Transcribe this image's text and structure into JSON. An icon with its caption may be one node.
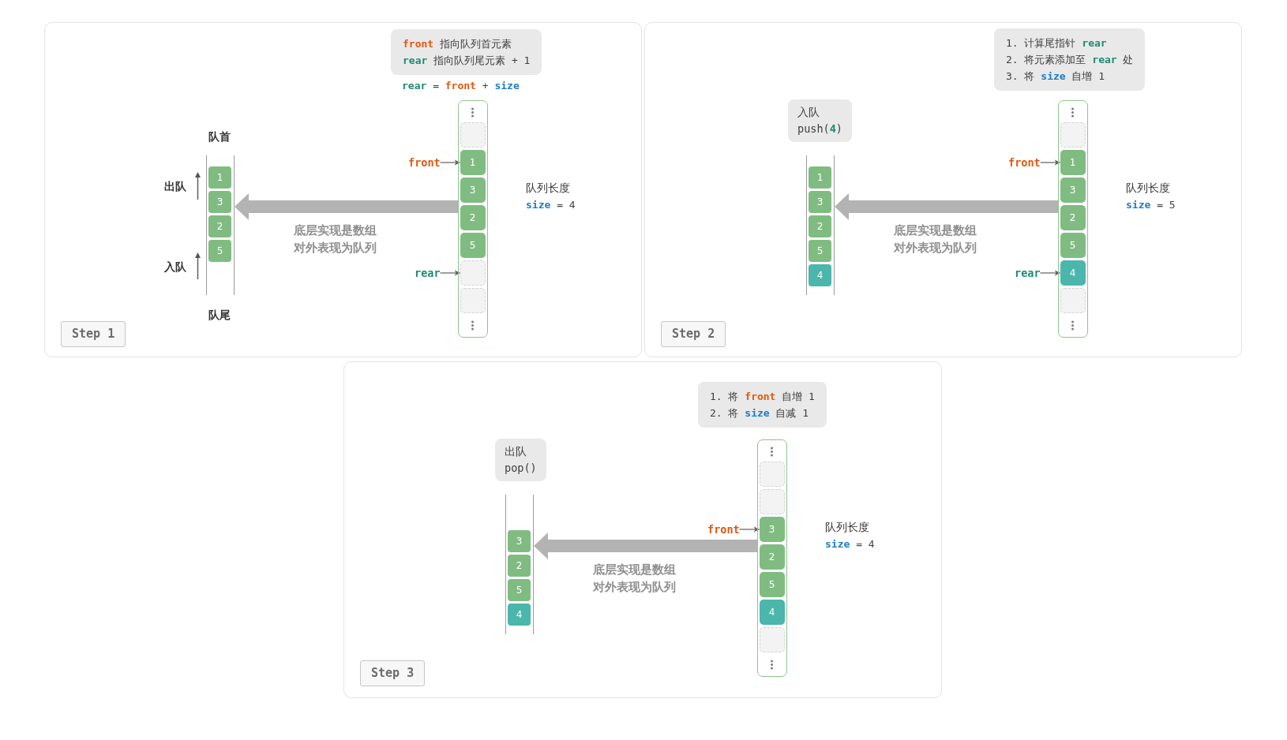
{
  "diagram": {
    "nodes": [
      {
        "text": [],
        "shape": "box"
      },
      {
        "text": [
          "**front** 指向队列首元素",
          "**rear** 指向队列尾元素 + 1"
        ],
        "in": 0
      },
      {
        "text": [],
        "shape": "box",
        "in": 0
      },
      {
        "text": [
          "1"
        ],
        "in": 2
      },
      {
        "text": [
          "3"
        ],
        "in": 2
      },
      {
        "text": [
          "2"
        ],
        "in": 2
      },
      {
        "text": [
          "5"
        ],
        "in": 2
      },
      {
        "text": [
          "front"
        ],
        "in": 0
      },
      {
        "text": [
          "rear"
        ],
        "in": 0
      },
      {
        "text": [],
        "shape": "box",
        "in": 0
      },
      {
        "text": [],
        "shape": "box",
        "in": 9
      },
      {
        "text": [
          "1"
        ],
        "in": 9
      },
      {
        "text": [
          "3"
        ],
        "in": 9
      },
      {
        "text": [
          "2"
        ],
        "in": 9
      },
      {
        "text": [
          "5"
        ],
        "in": 9
      },
      {
        "text": [],
        "shape": "box",
        "in": 9
      },
      {
        "text": [],
        "shape": "box",
        "in": 9
      },
      {
        "text": [
          "Step 1"
        ],
        "in": 0
      },
      {
        "text": [],
        "shape": "box"
      },
      {
        "text": [
          "1. 计算尾指针 **rear**",
          "2. 将元素添加至 **rear** 处",
          "3. 将 **size** 自增 1"
        ],
        "in": 18
      },
      {
        "text": [
          "入队",
          "push(**4**)"
        ],
        "in": 18
      },
      {
        "text": [],
        "shape": "box",
        "in": 18
      },
      {
        "text": [
          "1"
        ],
        "in": 21
      },
      {
        "text": [
          "3"
        ],
        "in": 21
      },
      {
        "text": [
          "2"
        ],
        "in": 21
      },
      {
        "text": [
          "5"
        ],
        "in": 21
      },
      {
        "text": [
          "4"
        ],
        "in": 21
      },
      {
        "text": [
          "front"
        ],
        "in": 18
      },
      {
        "text": [
          "rear"
        ],
        "in": 18
      },
      {
        "text": [],
        "shape": "box",
        "in": 18
      },
      {
        "text": [],
        "shape": "box",
        "in": 29
      },
      {
        "text": [
          "1"
        ],
        "in": 29
      },
      {
        "text": [
          "3"
        ],
        "in": 29
      },
      {
        "text": [
          "2"
        ],
        "in": 29
      },
      {
        "text": [
          "5"
        ],
        "in": 29
      },
      {
        "text": [
          "4"
        ],
        "in": 29
      },
      {
        "text": [],
        "shape": "box",
        "in": 29
      },
      {
        "text": [
          "Step 2"
        ],
        "in": 18
      },
      {
        "text": [],
        "shape": "box"
      },
      {
        "text": [
          "1. 将 **front** 自增 1",
          "2. 将 **size** 自减 1"
        ],
        "in": 38
      },
      {
        "text": [
          "出队",
          "pop()"
        ],
        "in": 38
      },
      {
        "text": [],
        "shape": "box",
        "in": 38
      },
      {
        "text": [
          "3"
        ],
        "in": 41
      },
      {
        "text": [
          "2"
        ],
        "in": 41
      },
      {
        "text": [
          "5"
        ],
        "in": 41
      },
      {
        "text": [
          "4"
        ],
        "in": 41
      },
      {
        "text": [
          "front"
        ],
        "in": 38
      },
      {
        "text": [],
        "shape": "box",
        "in": 38
      },
      {
        "text": [],
        "shape": "box",
        "in": 47
      },
      {
        "text": [],
        "shape": "box",
        "in": 47
      },
      {
        "text": [
          "3"
        ],
        "in": 47
      },
      {
        "text": [
          "2"
        ],
        "in": 47
      },
      {
        "text": [
          "5"
        ],
        "in": 47
      },
      {
        "text": [
          "4"
        ],
        "in": 47
      },
      {
        "text": [],
        "shape": "box",
        "in": 47
      },
      {
        "text": [
          "Step 3"
        ],
        "in": 38
      }
    ],
    "edges": [
      {
        "from": 7,
        "to": 11,
        "arrow": "to"
      },
      {
        "from": 8,
        "to": 15,
        "arrow": "to"
      },
      {
        "from": 9,
        "to": 2,
        "arrow": "to",
        "style": "thick",
        "color": "#b3b3b3"
      },
      {
        "from": 27,
        "to": 31,
        "arrow": "to"
      },
      {
        "from": 28,
        "to": 35,
        "arrow": "to"
      },
      {
        "from": 29,
        "to": 21,
        "arrow": "to",
        "style": "thick",
        "color": "#b3b3b3"
      },
      {
        "from": 46,
        "to": 50,
        "arrow": "to"
      },
      {
        "from": 47,
        "to": 41,
        "arrow": "to",
        "style": "thick",
        "color": "#b3b3b3"
      }
    ],
    "labels": [
      "**rear** = **front** + **size**",
      "队首",
      "出队",
      "队列长度",
      "**size** = 4",
      "底层实现是数组对外表现为队列",
      "入队",
      "队尾",
      "底层实现是数组对外表现为队列",
      "队列长度",
      "**size** = 5",
      "底层实现是数组对外表现为队列",
      "队列长度",
      "**size** = 4"
    ]
  }
}
